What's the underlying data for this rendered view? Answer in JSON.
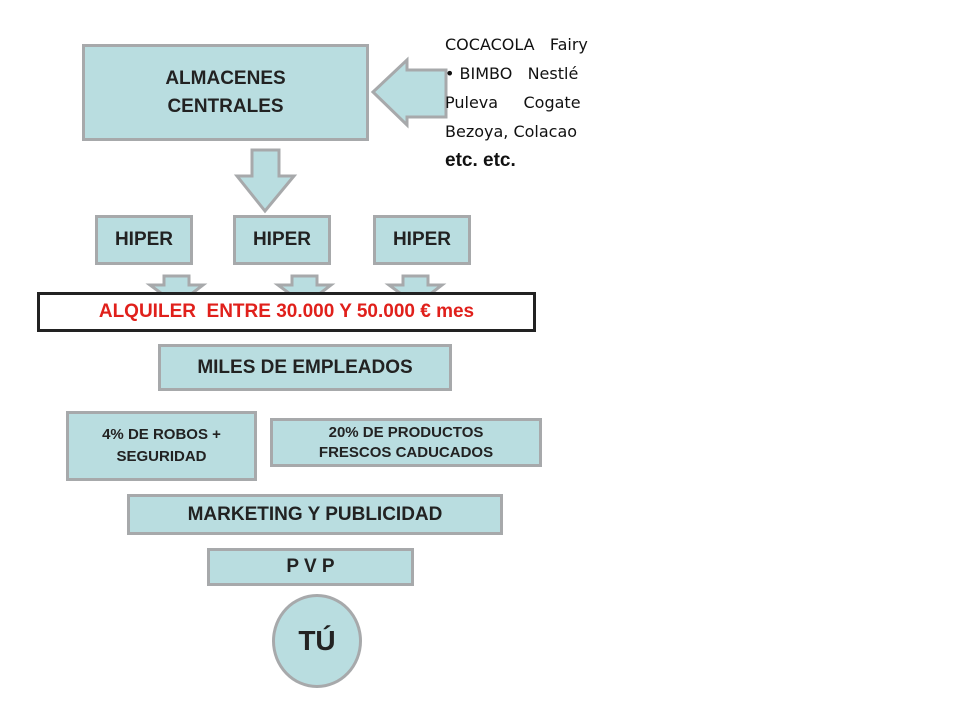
{
  "warehouse": {
    "line1": "ALMACENES",
    "line2": "CENTRALES"
  },
  "suppliers": {
    "line1": "COCACOLA   Fairy",
    "line2": "BIMBO   Nestlé",
    "line3": "Puleva     Cogate",
    "line4": "Bezoya, Colacao",
    "line5": "etc. etc."
  },
  "stores": [
    "HIPER",
    "HIPER",
    "HIPER"
  ],
  "rent": "ALQUILER  ENTRE 30.000 Y 50.000 € mes",
  "employees": "MILES DE EMPLEADOS",
  "theft": {
    "line1": "4% DE ROBOS +",
    "line2": "SEGURIDAD"
  },
  "fresh": {
    "line1": "20% DE PRODUCTOS",
    "line2": "FRESCOS CADUCADOS"
  },
  "marketing": "MARKETING Y PUBLICIDAD",
  "price": "P V P",
  "consumer": "TÚ",
  "colors": {
    "box_fill": "#b9dde0",
    "box_border": "#a7a9ab",
    "rent_text": "#e0201b"
  }
}
